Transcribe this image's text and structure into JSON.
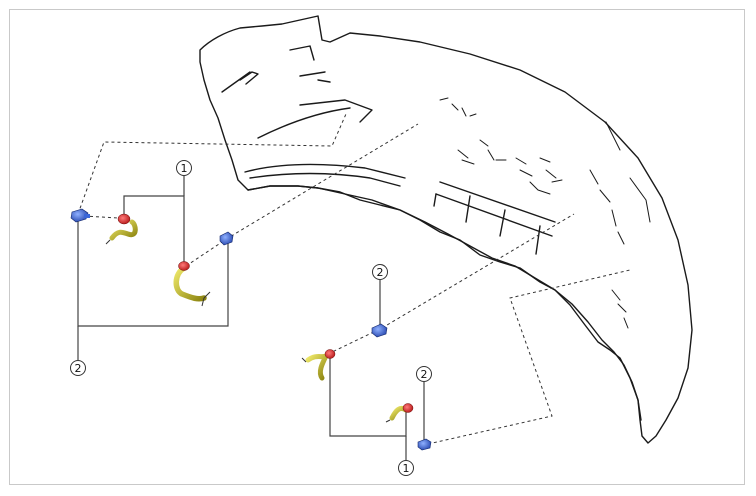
{
  "colors": {
    "outline": "#1a1a1a",
    "leader": "#333333",
    "clip_red": "#d42020",
    "clip_blue": "#2a5bd8",
    "wire_yellow": "#c8c020",
    "frame_border": "#c9c9c9"
  },
  "callouts": {
    "c1_top": "1",
    "c2_left": "2",
    "c2_mid": "2",
    "c2_right": "2",
    "c1_bottom": "1"
  }
}
